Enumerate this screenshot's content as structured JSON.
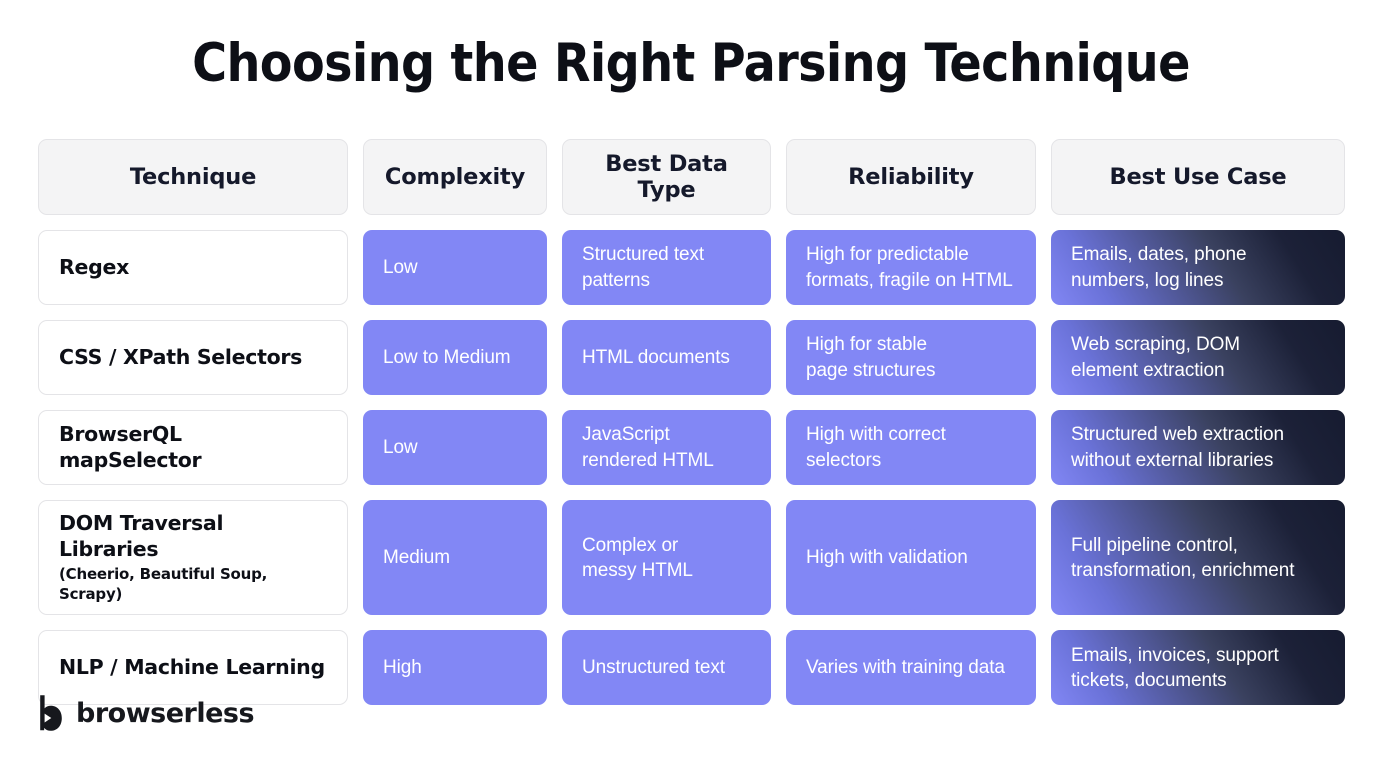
{
  "title": "Choosing the Right Parsing Technique",
  "colors": {
    "purple": "#8287F5",
    "gradient_start": "#8287F5",
    "gradient_end": "#161B30",
    "header_bg": "#F4F4F5",
    "text_dark": "#0D0F16",
    "text_light": "#FFFFFF"
  },
  "table": {
    "headers": [
      "Technique",
      "Complexity",
      "Best Data Type",
      "Reliability",
      "Best Use Case"
    ],
    "rows": [
      {
        "technique": "Regex",
        "technique_sub": "",
        "complexity": "Low",
        "best_data_type": "Structured text\npatterns",
        "reliability": "High for predictable\nformats, fragile on HTML",
        "best_use_case": "Emails, dates, phone\nnumbers, log lines"
      },
      {
        "technique": "CSS / XPath Selectors",
        "technique_sub": "",
        "complexity": "Low to Medium",
        "best_data_type": "HTML documents",
        "reliability": "High for stable\npage structures",
        "best_use_case": "Web scraping, DOM\nelement extraction"
      },
      {
        "technique": "BrowserQL mapSelector",
        "technique_sub": "",
        "complexity": "Low",
        "best_data_type": "JavaScript\nrendered HTML",
        "reliability": "High with correct\nselectors",
        "best_use_case": "Structured web extraction\nwithout external libraries"
      },
      {
        "technique": "DOM Traversal Libraries",
        "technique_sub": "(Cheerio, Beautiful Soup, Scrapy)",
        "complexity": "Medium",
        "best_data_type": "Complex or\nmessy HTML",
        "reliability": "High with validation",
        "best_use_case": "Full pipeline control,\ntransformation, enrichment"
      },
      {
        "technique": "NLP / Machine Learning",
        "technique_sub": "",
        "complexity": "High",
        "best_data_type": "Unstructured text",
        "reliability": "Varies with training data",
        "best_use_case": "Emails, invoices, support\ntickets, documents"
      }
    ]
  },
  "footer": {
    "brand": "browserless",
    "logo_icon": "browserless-b-mark-icon"
  }
}
